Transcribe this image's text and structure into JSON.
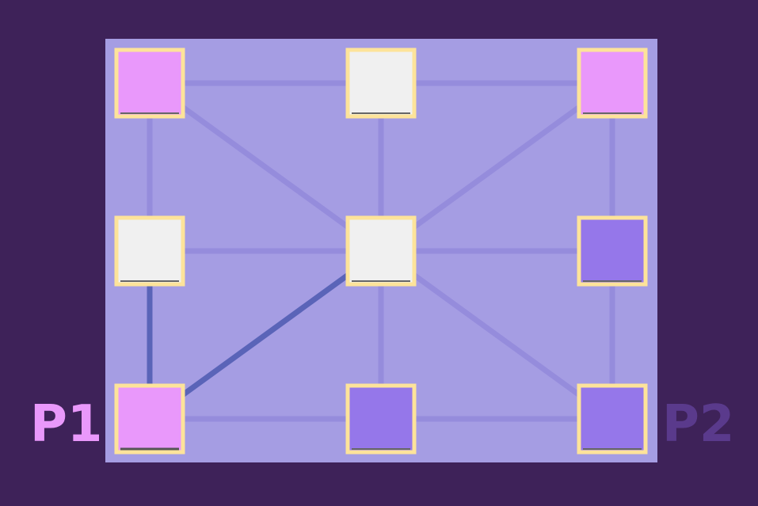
{
  "players": {
    "p1": {
      "label": "P1",
      "color": "#e998fb",
      "active": true
    },
    "p2": {
      "label": "P2",
      "color": "#5a3a8c",
      "active": false
    }
  },
  "board": {
    "background": "#a59de3",
    "line_color": "#958cdc",
    "highlight_color": "#5a64b8",
    "node_border": "#fde39a",
    "rows": 3,
    "cols": 3,
    "nodes": [
      {
        "id": "n00",
        "row": 0,
        "col": 0,
        "owner": "p1"
      },
      {
        "id": "n01",
        "row": 0,
        "col": 1,
        "owner": "empty"
      },
      {
        "id": "n02",
        "row": 0,
        "col": 2,
        "owner": "p1"
      },
      {
        "id": "n10",
        "row": 1,
        "col": 0,
        "owner": "empty"
      },
      {
        "id": "n11",
        "row": 1,
        "col": 1,
        "owner": "empty"
      },
      {
        "id": "n12",
        "row": 1,
        "col": 2,
        "owner": "p2"
      },
      {
        "id": "n20",
        "row": 2,
        "col": 0,
        "owner": "p1",
        "selected": true
      },
      {
        "id": "n21",
        "row": 2,
        "col": 1,
        "owner": "p2"
      },
      {
        "id": "n22",
        "row": 2,
        "col": 2,
        "owner": "p2"
      }
    ],
    "highlighted_moves": [
      [
        "n20",
        "n10"
      ],
      [
        "n20",
        "n11"
      ]
    ],
    "owner_colors": {
      "p1": "#e998fb",
      "p2": "#9577ea",
      "empty": "#f0f0f0"
    }
  }
}
